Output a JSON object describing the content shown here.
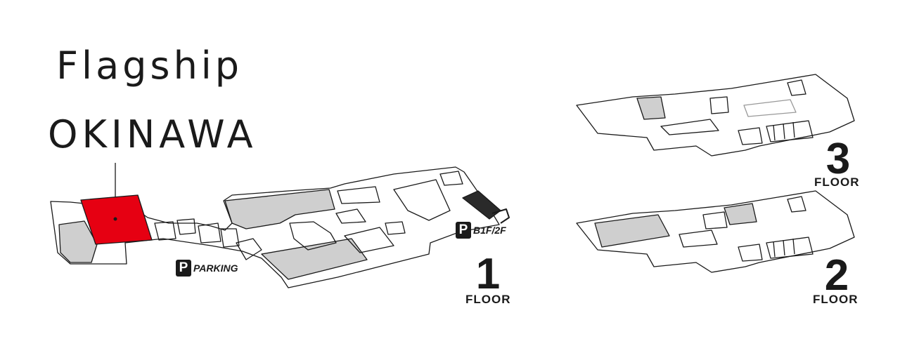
{
  "title": {
    "line1": "Flagship",
    "line2": "OKINAWA"
  },
  "parking": {
    "symbol": "P",
    "label": "PARKING"
  },
  "parking_b1f": {
    "symbol": "P",
    "label": "B1F/2F"
  },
  "floors": [
    {
      "number": "1",
      "word": "FLOOR"
    },
    {
      "number": "2",
      "word": "FLOOR"
    },
    {
      "number": "3",
      "word": "FLOOR"
    }
  ],
  "colors": {
    "highlight": "#e60012",
    "gray_area": "#cfcfcf",
    "line": "#1a1a1a"
  }
}
